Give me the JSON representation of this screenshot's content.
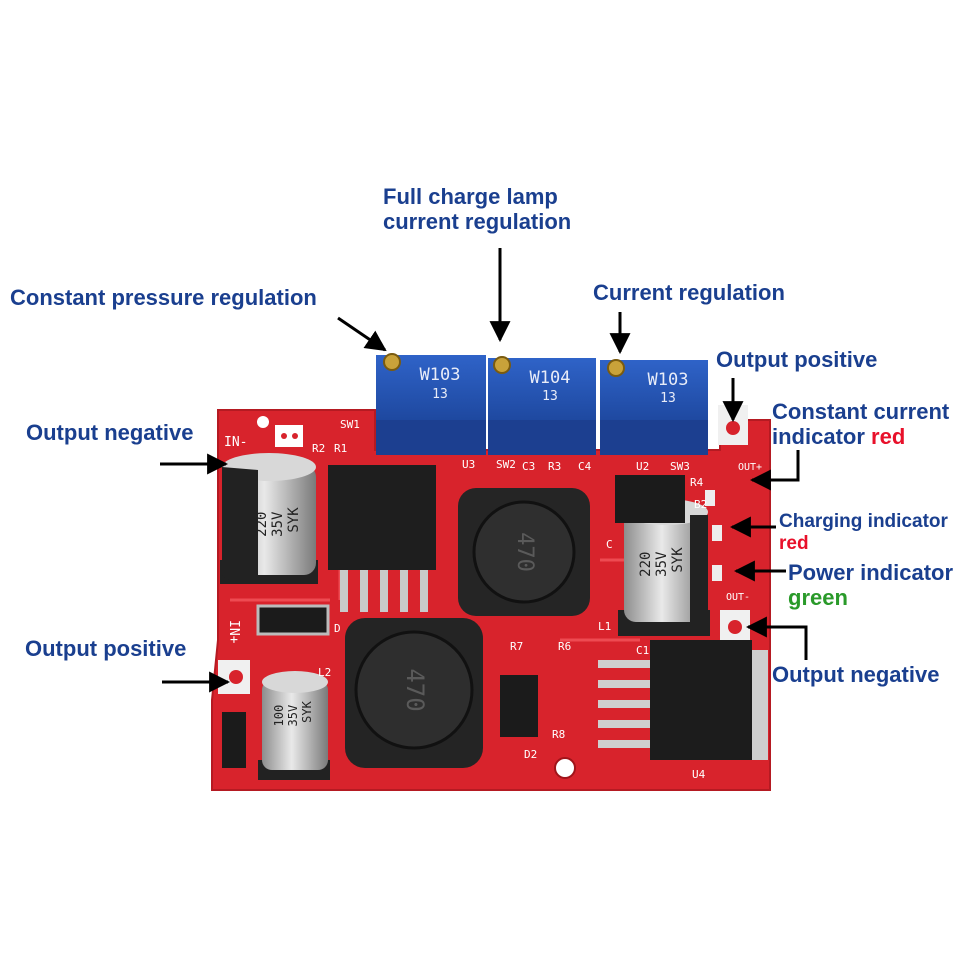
{
  "labels": {
    "full_charge_line1": "Full charge lamp",
    "full_charge_line2": "current regulation",
    "constant_pressure": "Constant pressure regulation",
    "current_regulation": "Current regulation",
    "output_positive_right": "Output positive",
    "constant_current_line1": "Constant current",
    "constant_current_line2": "indicator",
    "constant_current_color": "red",
    "output_negative_left": "Output negative",
    "charging_indicator": "Charging indicator",
    "charging_color": "red",
    "power_indicator": "Power indicator",
    "power_color": "green",
    "output_positive_left": "Output positive",
    "output_negative_right": "Output negative"
  },
  "board": {
    "pots": [
      {
        "code": "W103",
        "sub": "13"
      },
      {
        "code": "W104",
        "sub": "13"
      },
      {
        "code": "W103",
        "sub": "13"
      }
    ],
    "caps": [
      {
        "value": "220",
        "voltage": "35V",
        "brand": "SYK"
      },
      {
        "value": "220",
        "voltage": "35V",
        "brand": "SYK"
      },
      {
        "value": "100",
        "voltage": "35V",
        "brand": "SYK"
      }
    ],
    "inductors": [
      "470",
      "470"
    ],
    "silkscreen": {
      "in_minus": "IN-",
      "in_plus": "IN+",
      "sw1": "SW1",
      "sw2": "SW2",
      "sw3": "SW3",
      "r2": "R2",
      "r1": "R1",
      "u3": "U3",
      "c3": "C3",
      "r3": "R3",
      "c4": "C4",
      "u2": "U2",
      "r4": "R4",
      "b2": "B2",
      "c": "C",
      "l1": "L1",
      "l2": "L2",
      "d": "D",
      "r7": "R7",
      "r6": "R6",
      "r8": "R8",
      "d2": "D2",
      "c1": "C1",
      "u4": "U4",
      "out_plus": "OUT+",
      "out_minus": "OUT-"
    }
  },
  "colors": {
    "label": "#1a3f8f",
    "red_text": "#e8102a",
    "green_text": "#2a9a2a",
    "pcb": "#d8232c",
    "pot": "#1f4fb0"
  }
}
